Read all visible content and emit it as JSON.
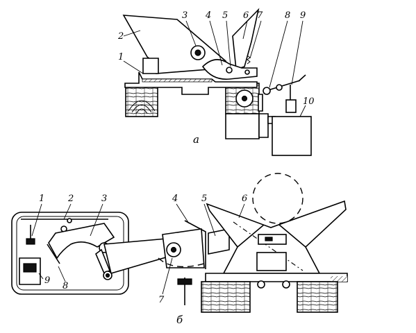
{
  "diagram_a": {
    "caption": "а",
    "labels": [
      "1",
      "2",
      "3",
      "4",
      "5",
      "6",
      "7",
      "8",
      "9",
      "10"
    ]
  },
  "diagram_b": {
    "caption": "б",
    "labels": [
      "1",
      "2",
      "3",
      "4",
      "5",
      "6",
      "7",
      "8",
      "9"
    ]
  }
}
